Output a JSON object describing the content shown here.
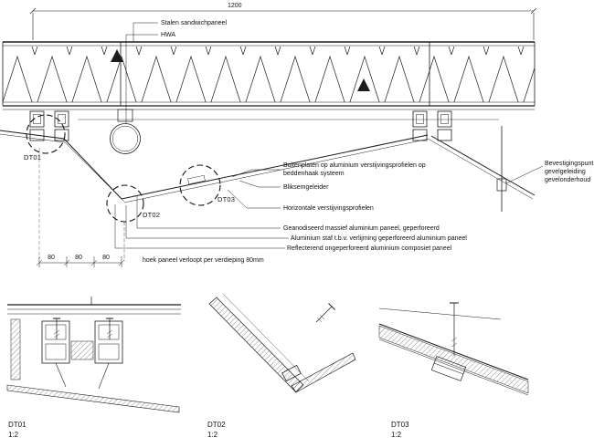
{
  "drawing": {
    "dim_top": "1200",
    "callouts": {
      "stalen_sandwichpaneel": "Stalen sandwichpaneel",
      "hwa": "HWA",
      "buitenplaten": "Buitenplaten op aluminium verstijvingsprofielen op beddenhaak systeem",
      "bliksemgeleider": "Bliksemgeleider",
      "horizontale_profielen": "Horizontale verstijvingsprofielen",
      "geanodiseerd_paneel": "Geanodiseerd massief aluminium paneel, geperforeerd",
      "aluminium_staf": "Aluminium staf t.b.v. verlijming geperforeerd aluminium paneel",
      "reflecterend_paneel": "Reflecterend ongeperforeerd aluminium composiet paneel",
      "bevestigingspunt": "Bevestigingspunt gevelgeleiding gevelonderhoud",
      "hoek_note": "hoek paneel verloopt per verdieping 80mm"
    },
    "detail_markers": [
      {
        "id": "DT01"
      },
      {
        "id": "DT02"
      },
      {
        "id": "DT03"
      }
    ],
    "dims_80": [
      "80",
      "80",
      "80"
    ],
    "line_color": "#1b1b1b"
  },
  "details": [
    {
      "id": "DT01",
      "scale": "1:2"
    },
    {
      "id": "DT02",
      "scale": "1:2"
    },
    {
      "id": "DT03",
      "scale": "1:2"
    }
  ]
}
